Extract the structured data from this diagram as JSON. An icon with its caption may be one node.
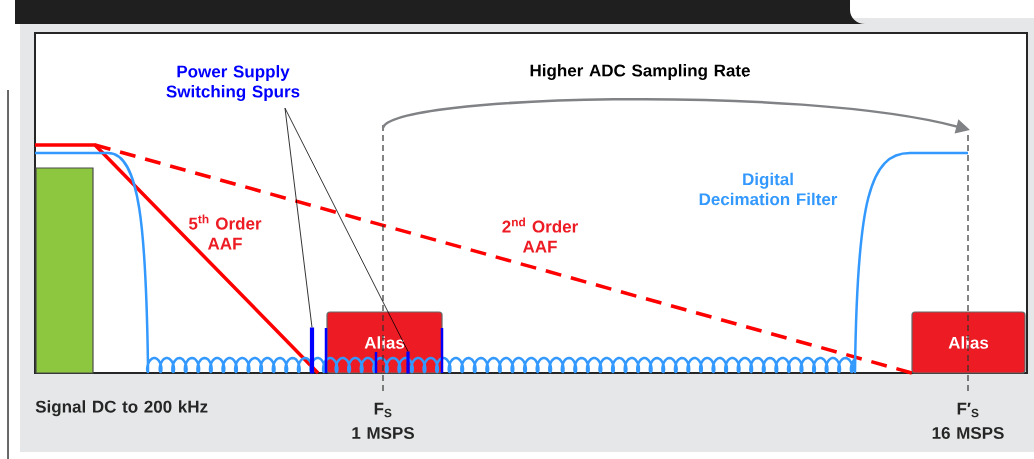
{
  "diagram": {
    "nodes": [
      {
        "text": [
          "Power Supply Switching Spurs"
        ]
      },
      {
        "text": [],
        "shape": "bar"
      },
      {
        "text": [],
        "shape": "bar",
        "in": 3
      },
      {
        "text": [
          "Alias"
        ]
      },
      {
        "text": [
          "Alias"
        ]
      },
      {
        "text": [],
        "shape": "bar",
        "beside": [
          "Signal DC to 200 kHz"
        ]
      }
    ],
    "edges": [
      {
        "from": 0,
        "to": 1,
        "arrow": "none"
      },
      {
        "from": 0,
        "to": 2,
        "arrow": "none"
      }
    ],
    "labels": [
      "Higher ADC Sampling Rate",
      "5$^{th}$ Order AAF",
      "2$^{nd}$ Order AAF",
      "Digital Decimation Filter",
      "F$_{S}$",
      "1 MSPS",
      "F′$_{S}$",
      "16 MSPS"
    ]
  }
}
